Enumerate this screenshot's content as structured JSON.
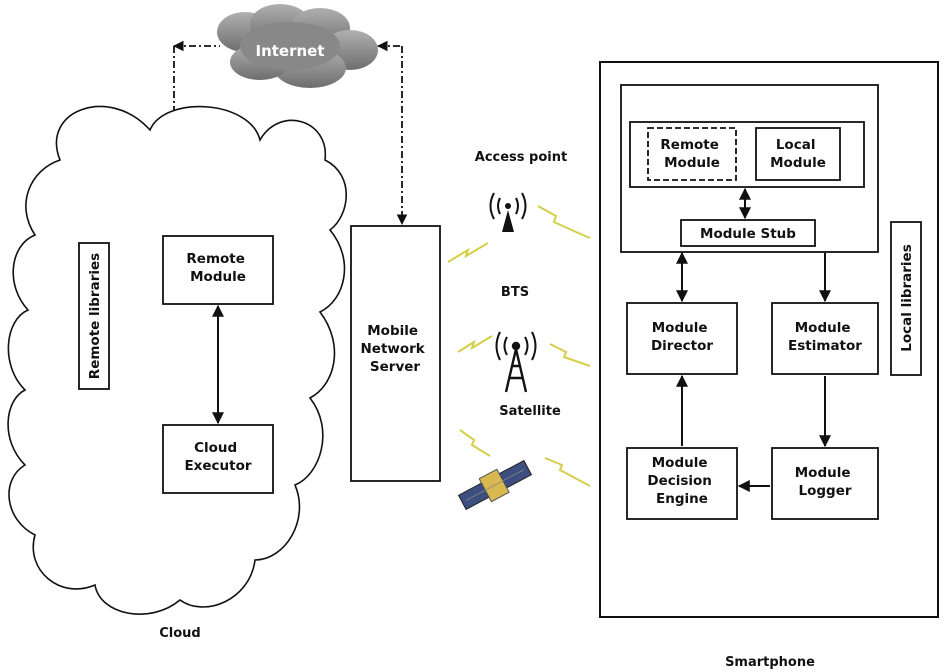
{
  "internet": {
    "label": "Internet"
  },
  "cloud": {
    "label": "Cloud",
    "remote_libraries": "Remote libraries",
    "remote_module": [
      "Remote",
      "Module"
    ],
    "cloud_executor": [
      "Cloud",
      "Executor"
    ]
  },
  "network": {
    "mobile_network_server": [
      "Mobile",
      "Network",
      "Server"
    ],
    "access_point": "Access point",
    "bts": "BTS",
    "satellite": "Satellite"
  },
  "smartphone": {
    "label": "Smartphone",
    "remote_module": [
      "Remote",
      "Module"
    ],
    "local_module": [
      "Local",
      "Module"
    ],
    "module_stub": "Module Stub",
    "module_director": [
      "Module",
      "Director"
    ],
    "module_estimator": [
      "Module",
      "Estimator"
    ],
    "module_decision_engine": [
      "Module",
      "Decision",
      "Engine"
    ],
    "module_logger": [
      "Module",
      "Logger"
    ],
    "local_libraries": "Local libraries"
  },
  "colors": {
    "line": "#111111",
    "internet_cloud": "#8c8c8c",
    "wireless_bolt": "#d4cf4a"
  }
}
